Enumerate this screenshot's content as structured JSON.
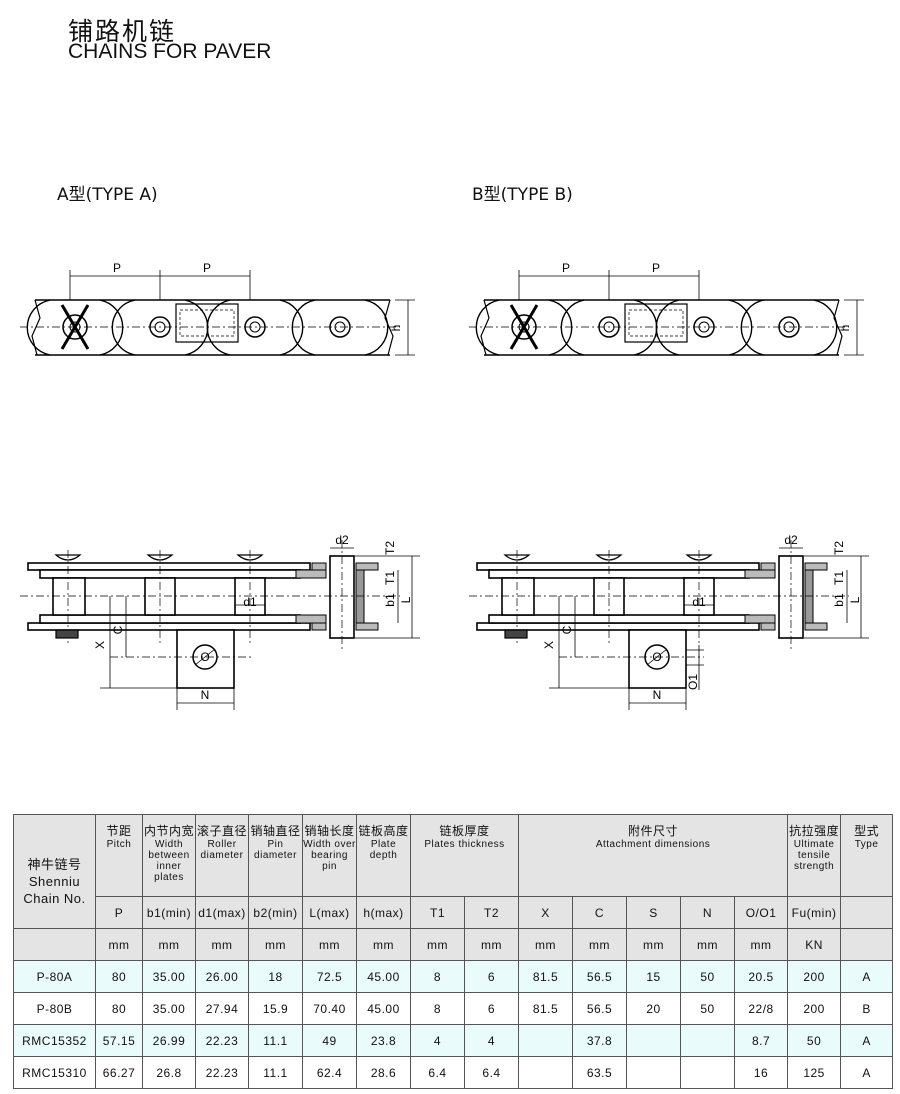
{
  "title_cn": "铺路机链",
  "title_en": "CHAINS FOR PAVER",
  "diagrams": {
    "type_a": {
      "label": "A型(TYPE A)",
      "labels": {
        "p1": "P",
        "p2": "P",
        "h": "h",
        "d2": "d2",
        "t2": "T2",
        "t1": "T1",
        "b1": "b1",
        "L": "L",
        "d1": "d1",
        "x": "X",
        "c": "C",
        "n": "N",
        "o": "O"
      }
    },
    "type_b": {
      "label": "B型(TYPE B)",
      "labels": {
        "p1": "P",
        "p2": "P",
        "h": "h",
        "d2": "d2",
        "t2": "T2",
        "t1": "T1",
        "b1": "b1",
        "L": "L",
        "d1": "d1",
        "x": "X",
        "c": "C",
        "n": "N",
        "o": "O",
        "o1": "O1"
      }
    }
  },
  "table": {
    "name_header": {
      "cn": "神牛链号",
      "en1": "Shenniu",
      "en2": "Chain No."
    },
    "groups": [
      {
        "cn": "节距",
        "en": "Pitch"
      },
      {
        "cn": "内节内宽",
        "en": "Width between inner plates"
      },
      {
        "cn": "滚子直径",
        "en": "Roller diameter"
      },
      {
        "cn": "销轴直径",
        "en": "Pin diameter"
      },
      {
        "cn": "销轴长度",
        "en": "Width over bearing pin"
      },
      {
        "cn": "链板高度",
        "en": "Plate depth"
      },
      {
        "cn": "链板厚度",
        "en": "Plates thickness"
      },
      {
        "cn": "附件尺寸",
        "en": "Attachment dimensions"
      },
      {
        "cn": "抗拉强度",
        "en": "Ultimate tensile strength"
      },
      {
        "cn": "型式",
        "en": "Type"
      }
    ],
    "symbols": [
      "P",
      "b1(min)",
      "d1(max)",
      "b2(min)",
      "L(max)",
      "h(max)",
      "T1",
      "T2",
      "X",
      "C",
      "S",
      "N",
      "O/O1",
      "Fu(min)",
      ""
    ],
    "units": [
      "mm",
      "mm",
      "mm",
      "mm",
      "mm",
      "mm",
      "mm",
      "mm",
      "mm",
      "mm",
      "mm",
      "mm",
      "mm",
      "KN",
      ""
    ],
    "rows": [
      [
        "P-80A",
        "80",
        "35.00",
        "26.00",
        "18",
        "72.5",
        "45.00",
        "8",
        "6",
        "81.5",
        "56.5",
        "15",
        "50",
        "20.5",
        "200",
        "A"
      ],
      [
        "P-80B",
        "80",
        "35.00",
        "27.94",
        "15.9",
        "70.40",
        "45.00",
        "8",
        "6",
        "81.5",
        "56.5",
        "20",
        "50",
        "22/8",
        "200",
        "B"
      ],
      [
        "RMC15352",
        "57.15",
        "26.99",
        "22.23",
        "11.1",
        "49",
        "23.8",
        "4",
        "4",
        "",
        "37.8",
        "",
        "",
        "8.7",
        "50",
        "A"
      ],
      [
        "RMC15310",
        "66.27",
        "26.8",
        "22.23",
        "11.1",
        "62.4",
        "28.6",
        "6.4",
        "6.4",
        "",
        "63.5",
        "",
        "",
        "16",
        "125",
        "A"
      ]
    ],
    "row_colors": [
      "#e9fbfb",
      "#ffffff",
      "#e9fbfb",
      "#ffffff"
    ]
  }
}
